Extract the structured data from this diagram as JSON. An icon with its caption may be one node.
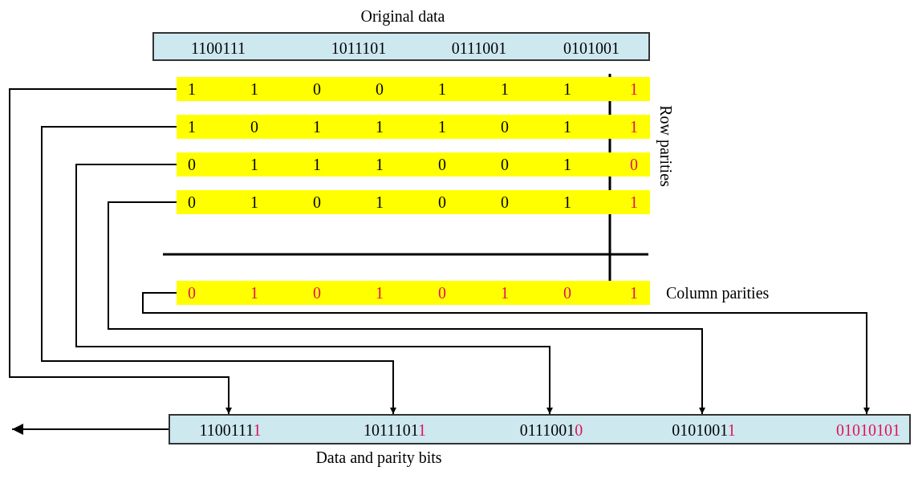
{
  "diagram": {
    "nodes": [
      {
        "text": [
          "Original data"
        ]
      },
      {
        "text": [
          "1100111"
        ],
        "in": 0
      },
      {
        "text": [
          "1011101"
        ],
        "in": 0
      },
      {
        "text": [
          "0111001"
        ],
        "in": 0
      },
      {
        "text": [
          "0101001"
        ],
        "in": 0
      },
      {
        "text": [
          "1",
          "1",
          "0",
          "0",
          "1",
          "1",
          "1",
          "1"
        ]
      },
      {
        "text": [
          "1",
          "0",
          "1",
          "1",
          "1",
          "0",
          "1",
          "1"
        ]
      },
      {
        "text": [
          "0",
          "1",
          "1",
          "1",
          "0",
          "0",
          "1",
          "0"
        ]
      },
      {
        "text": [
          "0",
          "1",
          "0",
          "1",
          "0",
          "0",
          "1",
          "1"
        ]
      },
      {
        "text": [
          "0",
          "1",
          "0",
          "1",
          "0",
          "1",
          "0",
          "1"
        ]
      },
      {
        "text": [
          "Data and parity bits"
        ]
      },
      {
        "text": [
          "1100111",
          "1"
        ],
        "in": 10
      },
      {
        "text": [
          "1011101",
          "1"
        ],
        "in": 10
      },
      {
        "text": [
          "0111001",
          "0"
        ],
        "in": 10
      },
      {
        "text": [
          "0101001",
          "1"
        ],
        "in": 10
      },
      {
        "text": [
          "01010101"
        ],
        "in": 10
      }
    ],
    "edges": [
      {
        "from": 5,
        "to": 11,
        "arrow": "to"
      },
      {
        "from": 6,
        "to": 12,
        "arrow": "to"
      },
      {
        "from": 7,
        "to": 13,
        "arrow": "to"
      },
      {
        "from": 8,
        "to": 14,
        "arrow": "to"
      },
      {
        "from": 9,
        "to": 15,
        "arrow": "to"
      },
      {
        "from": 10,
        "to": null,
        "arrow": "to"
      }
    ],
    "labels": [
      "Row parities",
      "Column parities"
    ]
  }
}
